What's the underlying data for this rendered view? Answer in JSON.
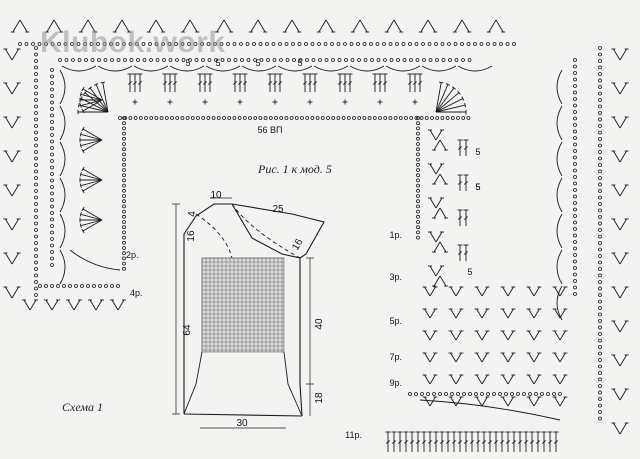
{
  "watermark": "Klubok.work",
  "caption_top": "Рис. 1 к мод. 5",
  "caption_bottom": "Схема 1",
  "chain_label": "56 ВП",
  "stitch_count_label": "5",
  "left_row_labels": [
    "2р.",
    "4р."
  ],
  "right_row_labels": [
    "1р.",
    "3р.",
    "5р.",
    "7р.",
    "9р.",
    "11р."
  ],
  "dimensions": {
    "shoulder": "10",
    "neck": "25",
    "armhole_left": "16",
    "armhole_right": "16",
    "left_side_top": "4",
    "body_length": "64",
    "mesh_height": "40",
    "hem_height": "18",
    "bottom_width": "30"
  }
}
